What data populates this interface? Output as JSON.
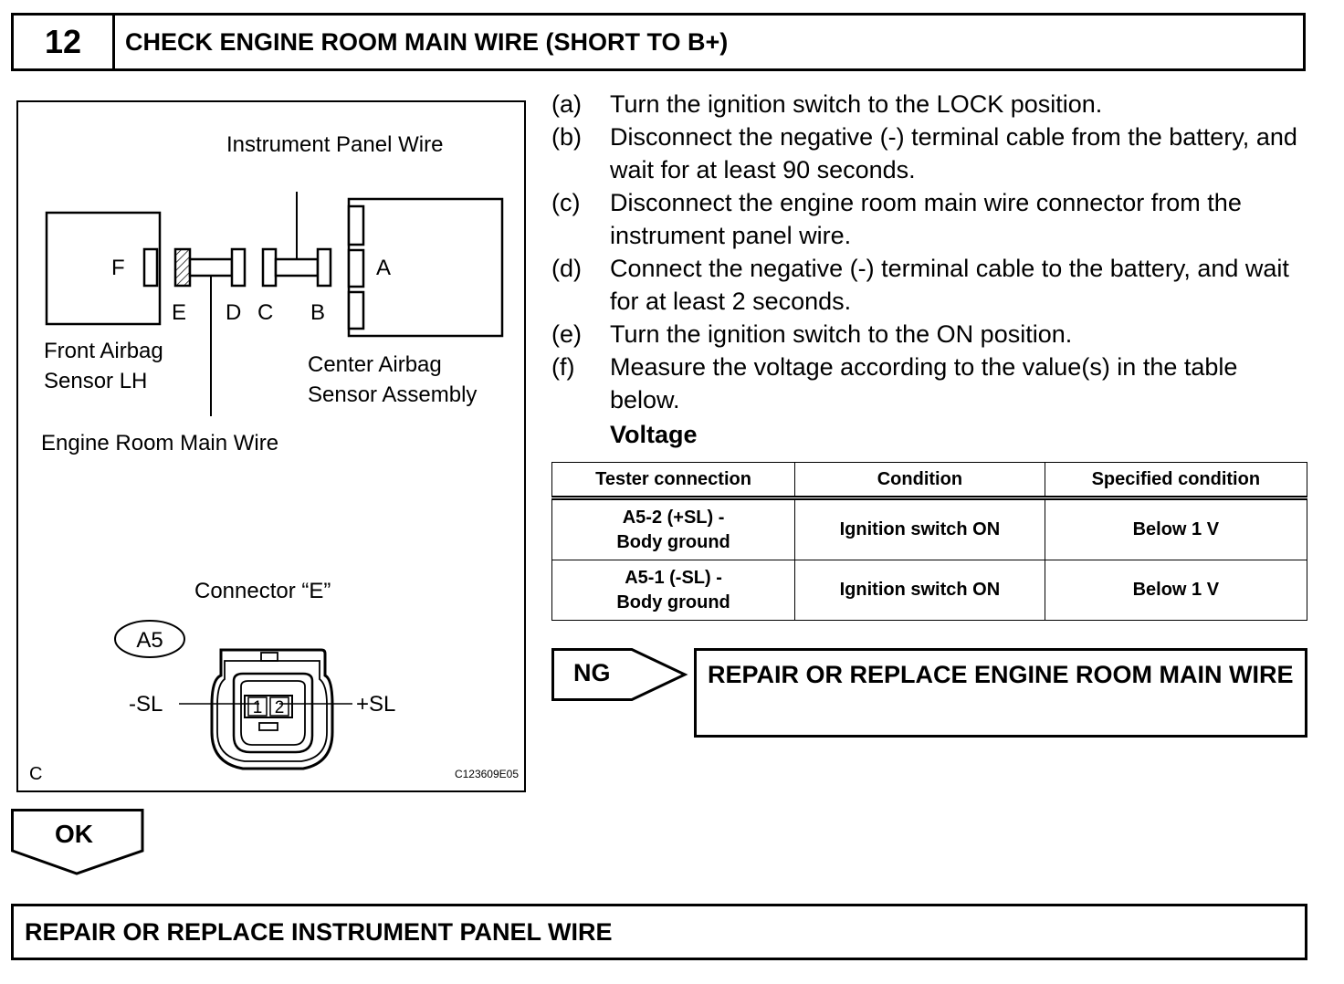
{
  "step": {
    "number": "12",
    "title": "CHECK ENGINE ROOM MAIN WIRE (SHORT TO B+)"
  },
  "figure": {
    "instrument_panel_wire": "Instrument Panel Wire",
    "front_airbag_line1": "Front Airbag",
    "front_airbag_line2": "Sensor LH",
    "center_airbag_line1": "Center Airbag",
    "center_airbag_line2": "Sensor Assembly",
    "engine_room_main_wire": "Engine Room Main Wire",
    "letters": {
      "a": "A",
      "b": "B",
      "c": "C",
      "d": "D",
      "e": "E",
      "f": "F"
    },
    "connector_title": "Connector “E”",
    "connector_code": "A5",
    "pin_minus": "-SL",
    "pin_plus": "+SL",
    "pin1": "1",
    "pin2": "2",
    "corner_letter": "C",
    "figure_id": "C123609E05"
  },
  "instructions": [
    {
      "label": "(a)",
      "text": "Turn the ignition switch to the LOCK position."
    },
    {
      "label": "(b)",
      "text": "Disconnect the negative (-) terminal cable from the battery, and wait for at least 90 seconds."
    },
    {
      "label": "(c)",
      "text": "Disconnect the engine room main wire connector from the instrument panel wire."
    },
    {
      "label": "(d)",
      "text": "Connect the negative (-) terminal cable to the battery, and wait for at least 2 seconds."
    },
    {
      "label": "(e)",
      "text": "Turn the ignition switch to the ON position."
    },
    {
      "label": "(f)",
      "text": "Measure the voltage according to the value(s) in the table below."
    }
  ],
  "spec_label": "Voltage",
  "table": {
    "headers": [
      "Tester connection",
      "Condition",
      "Specified condition"
    ],
    "rows": [
      {
        "conn1": "A5-2 (+SL) -",
        "conn2": "Body ground",
        "condition": "Ignition switch ON",
        "spec": "Below 1 V"
      },
      {
        "conn1": "A5-1 (-SL) -",
        "conn2": "Body ground",
        "condition": "Ignition switch ON",
        "spec": "Below 1 V"
      }
    ]
  },
  "ng": {
    "label": "NG",
    "action": "REPAIR OR REPLACE ENGINE ROOM MAIN WIRE"
  },
  "ok": {
    "label": "OK",
    "action": "REPAIR OR REPLACE INSTRUMENT PANEL WIRE"
  }
}
